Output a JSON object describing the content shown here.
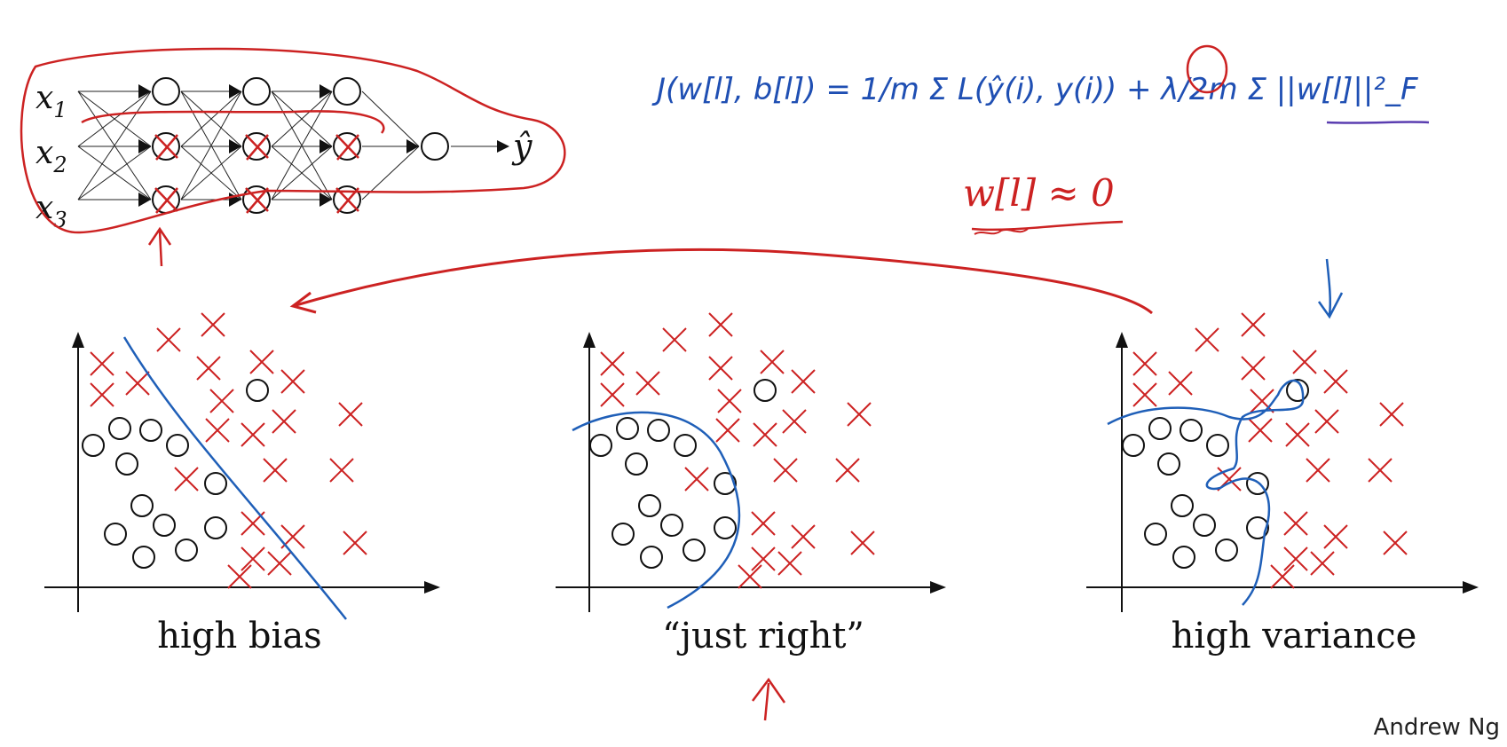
{
  "nn_inputs": [
    "x1",
    "x2",
    "x3"
  ],
  "nn_inputs_sub": {
    "base": "x",
    "subs": [
      "1",
      "2",
      "3"
    ]
  },
  "nn_output": "ŷ",
  "formula": {
    "text": "J(w[l], b[l]) = 1/m Σ L(ŷ(i), y(i)) + λ/2m Σ ||w[l]||²_F",
    "annotation": "w[l] ≈ 0"
  },
  "panels": [
    {
      "caption": "high bias"
    },
    {
      "caption": "“just right”"
    },
    {
      "caption": "high variance"
    }
  ],
  "credit": "Andrew Ng",
  "colors": {
    "ink": "#111111",
    "red": "#cc2222",
    "blue": "#1f5fb8",
    "purple": "#5a3db0"
  }
}
